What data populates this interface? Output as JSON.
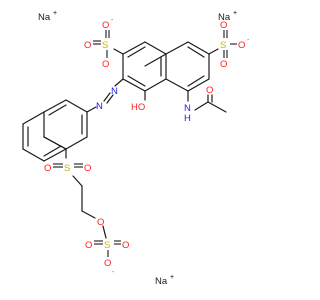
{
  "colors": {
    "carbon": "#1a1a1a",
    "oxygen": "#ff2020",
    "sulfur": "#c8b400",
    "nitrogen": "#2020e8",
    "sodium": "#1a1a1a"
  },
  "atoms": {
    "na_top_left": "Na",
    "na_top_right": "Na",
    "na_bottom": "Na",
    "plus": "+",
    "minus": "-",
    "oxygen": "O",
    "sulfur": "S",
    "nitrogen": "N",
    "ho": "HO",
    "h": "H"
  }
}
